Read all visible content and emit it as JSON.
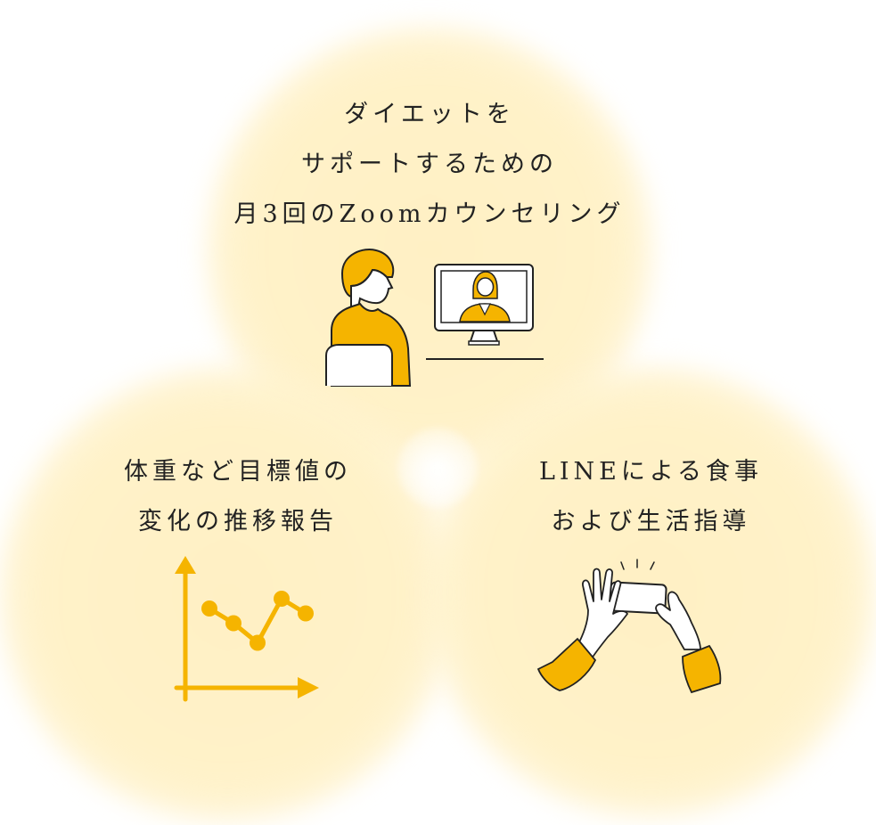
{
  "colors": {
    "accent": "#f5b400",
    "circle_fill": "#fff2c9",
    "ink": "#222222"
  },
  "sections": {
    "top": {
      "lines": [
        "ダイエットを",
        "サポートするための",
        "月3回のZoomカウンセリング"
      ],
      "illustration_icon": "video-counseling-illustration"
    },
    "left": {
      "lines": [
        "体重など目標値の",
        "変化の推移報告"
      ],
      "illustration_icon": "line-chart-illustration"
    },
    "right": {
      "lines": [
        "LINEによる食事",
        "および生活指導"
      ],
      "illustration_icon": "smartphone-hands-illustration"
    }
  },
  "chart_points": [
    {
      "x": 1,
      "y": 5
    },
    {
      "x": 2,
      "y": 3.5
    },
    {
      "x": 3,
      "y": 1.5
    },
    {
      "x": 4,
      "y": 6
    },
    {
      "x": 5,
      "y": 4.5
    }
  ]
}
